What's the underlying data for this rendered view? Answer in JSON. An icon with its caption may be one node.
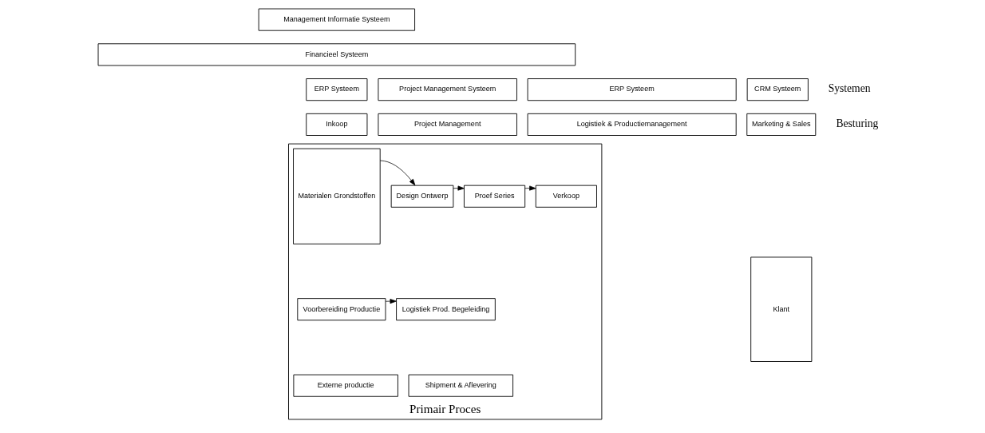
{
  "diagram": {
    "nodes": [
      {
        "text": [
          "Management Informatie Systeem"
        ]
      },
      {
        "text": [
          "Financieel Systeem"
        ]
      },
      {
        "text": [
          "ERP Systeem"
        ]
      },
      {
        "text": [
          "Project Management Systeem"
        ]
      },
      {
        "text": [
          "ERP Systeem"
        ]
      },
      {
        "text": [
          "CRM Systeem"
        ]
      },
      {
        "text": [
          "Inkoop"
        ]
      },
      {
        "text": [
          "Project Management"
        ]
      },
      {
        "text": [
          "Logistiek & Productiemanagement"
        ]
      },
      {
        "text": [
          "Marketing & Sales"
        ]
      },
      {
        "text": [
          "Primair Proces"
        ]
      },
      {
        "text": [
          "Materialen Grondstoffen"
        ],
        "in": 10
      },
      {
        "text": [
          "Design Ontwerp"
        ],
        "in": 10
      },
      {
        "text": [
          "Proef Series"
        ],
        "in": 10
      },
      {
        "text": [
          "Verkoop"
        ],
        "in": 10
      },
      {
        "text": [
          "Voorbereiding Productie"
        ],
        "in": 10
      },
      {
        "text": [
          "Logistiek Prod. Begeleiding"
        ],
        "in": 10
      },
      {
        "text": [
          "Externe productie"
        ],
        "in": 10
      },
      {
        "text": [
          "Shipment & Aflevering"
        ],
        "in": 10
      },
      {
        "text": [
          "Klant"
        ]
      }
    ],
    "edges": [
      {
        "from": 11,
        "to": 12,
        "arrow": "to"
      },
      {
        "from": 12,
        "to": 13,
        "arrow": "to"
      },
      {
        "from": 13,
        "to": 14,
        "arrow": "to"
      },
      {
        "from": 15,
        "to": 16,
        "arrow": "to"
      }
    ],
    "labels": [
      "Systemen",
      "Besturing"
    ]
  }
}
